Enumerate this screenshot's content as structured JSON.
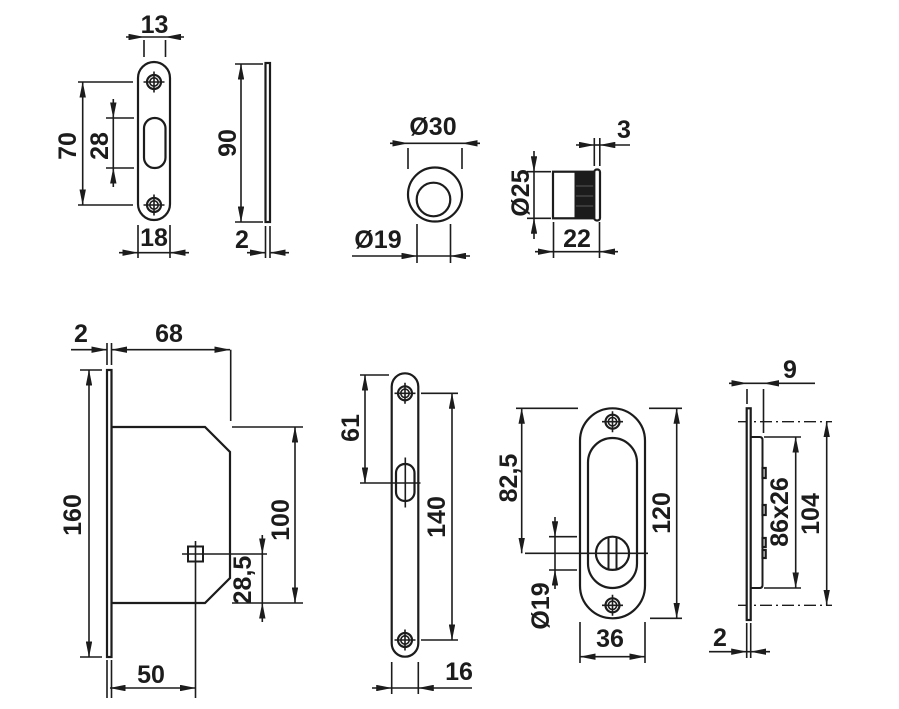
{
  "drawing": {
    "background": "#ffffff",
    "line_color": "#1c1c1c",
    "figures": {
      "strike_plate_front": {
        "dims": {
          "slot_width": "13",
          "hole_spacing": "70",
          "slot_height": "28",
          "plate_width": "18"
        }
      },
      "strike_plate_side": {
        "dims": {
          "height": "90",
          "thickness": "2"
        }
      },
      "finger_cup_front": {
        "dims": {
          "outer_diameter": "Ø30",
          "inner_diameter": "Ø19"
        }
      },
      "finger_cup_side": {
        "dims": {
          "collar_thickness": "3",
          "diameter": "Ø25",
          "depth": "22"
        }
      },
      "lock_case": {
        "dims": {
          "faceplate_thickness": "2",
          "case_depth": "68",
          "faceplate_height": "160",
          "case_height": "100",
          "spindle_height": "28,5",
          "backset": "50"
        }
      },
      "faceplate_front": {
        "dims": {
          "slot_offset": "61",
          "hole_spacing": "140",
          "width": "16"
        }
      },
      "flush_pull_front": {
        "dims": {
          "turn_offset": "82,5",
          "height": "120",
          "turn_diameter": "Ø19",
          "width": "36"
        }
      },
      "flush_pull_side": {
        "dims": {
          "cup_depth": "9",
          "recess_size": "86x26",
          "hole_spacing": "104",
          "plate_thickness": "2"
        }
      }
    }
  }
}
